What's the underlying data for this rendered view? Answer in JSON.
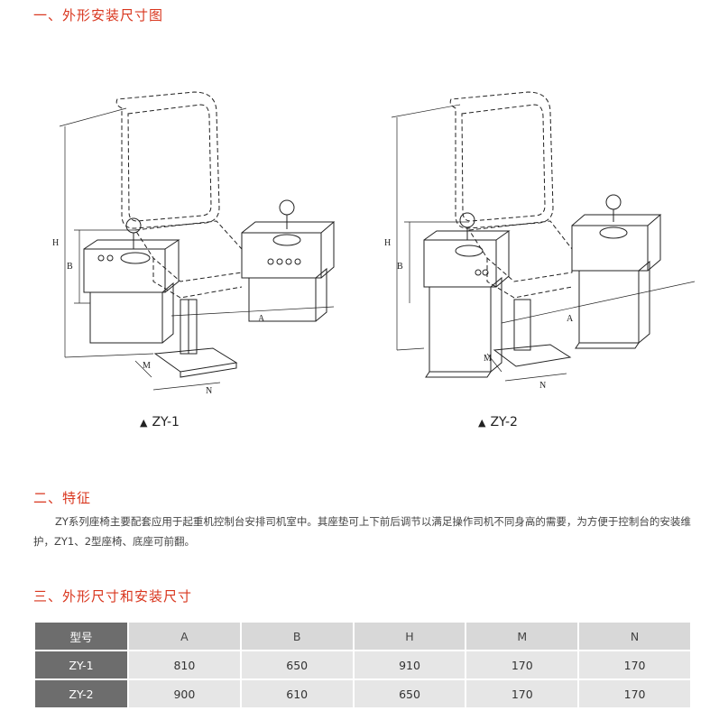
{
  "sections": {
    "outline_title": "一、外形安装尺寸图",
    "features_title": "二、特征",
    "dims_title": "三、外形尺寸和安装尺寸"
  },
  "drawing_labels": {
    "H": "H",
    "B": "B",
    "A": "A",
    "M": "M",
    "N": "N"
  },
  "captions": {
    "zy1": "ZY-1",
    "zy2": "ZY-2",
    "marker": "▲"
  },
  "features_text": "ZY系列座椅主要配套应用于起重机控制台安排司机室中。其座垫可上下前后调节以满足操作司机不同身高的需要，为方便于控制台的安装维护，ZY1、2型座椅、底座可前翻。",
  "table": {
    "headers": [
      "型号",
      "A",
      "B",
      "H",
      "M",
      "N"
    ],
    "rows": [
      [
        "ZY-1",
        "810",
        "650",
        "910",
        "170",
        "170"
      ],
      [
        "ZY-2",
        "900",
        "610",
        "650",
        "170",
        "170"
      ]
    ]
  }
}
